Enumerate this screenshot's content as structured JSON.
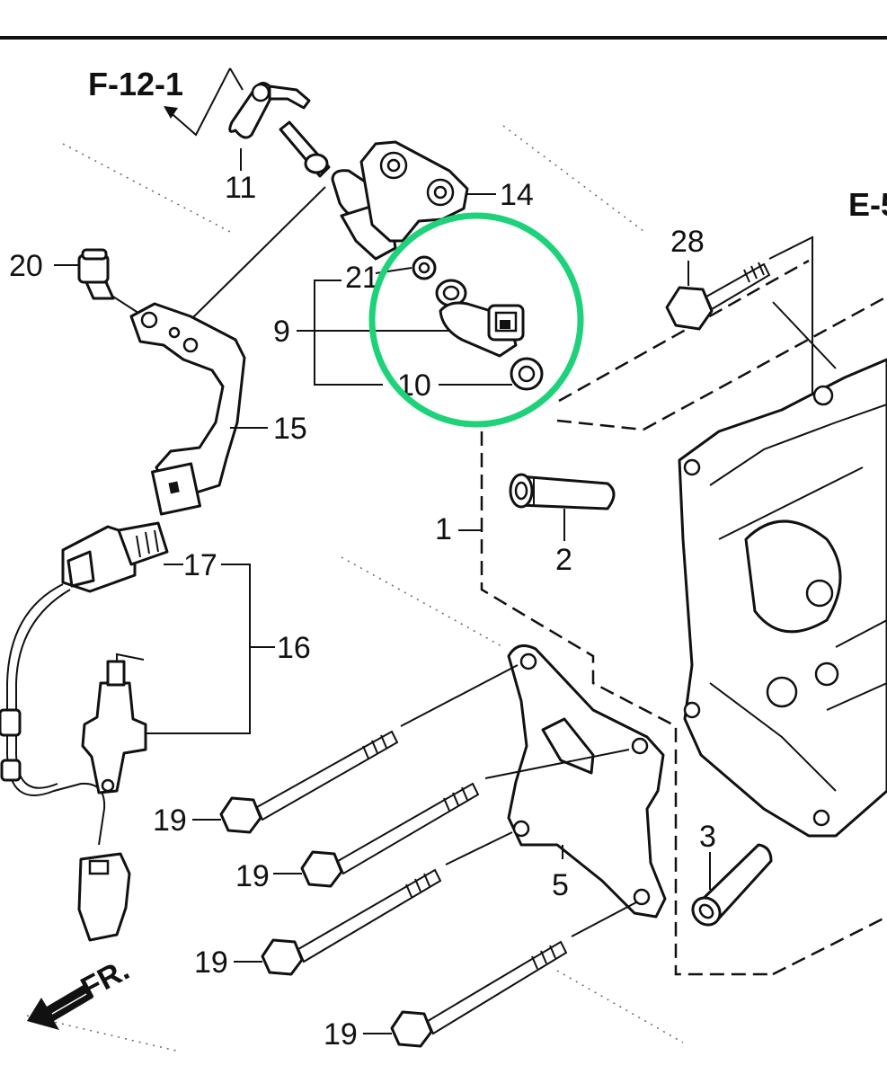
{
  "references": {
    "f": "F-12-1",
    "e": "E-5"
  },
  "front_label": "FR.",
  "callouts": {
    "c1": "1",
    "c2": "2",
    "c3": "3",
    "c5": "5",
    "c9": "9",
    "c10": "10",
    "c11": "11",
    "c14": "14",
    "c15": "15",
    "c16": "16",
    "c17": "17",
    "c19a": "19",
    "c19b": "19",
    "c19c": "19",
    "c19d": "19",
    "c20": "20",
    "c21": "21",
    "c28": "28"
  },
  "highlight": {
    "color": "#1ed27a"
  },
  "colors": {
    "ink": "#111111",
    "background": "#ffffff"
  }
}
